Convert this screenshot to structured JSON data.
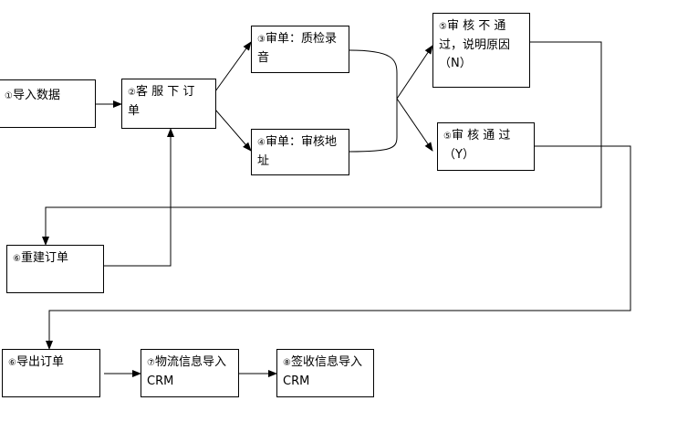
{
  "nodes": {
    "import_data": {
      "num": "①",
      "text": "导入数据"
    },
    "cs_order": {
      "num": "②",
      "text": "客 服 下 订 单"
    },
    "review_qc": {
      "num": "③",
      "text": "审单：质检录音"
    },
    "review_address": {
      "num": "④",
      "text": "审单：审核地址"
    },
    "review_fail": {
      "num": "⑤",
      "text": "审 核 不 通 过，说明原因（N）"
    },
    "review_pass": {
      "num": "⑤",
      "text": "审 核 通 过（Y）"
    },
    "rebuild_order": {
      "num": "⑥",
      "text": "重建订单"
    },
    "export_order": {
      "num": "⑥",
      "text": "导出订单"
    },
    "logistics_import": {
      "num": "⑦",
      "text": "物流信息导入 CRM"
    },
    "receipt_import": {
      "num": "⑧",
      "text": "签收信息导入 CRM"
    }
  }
}
